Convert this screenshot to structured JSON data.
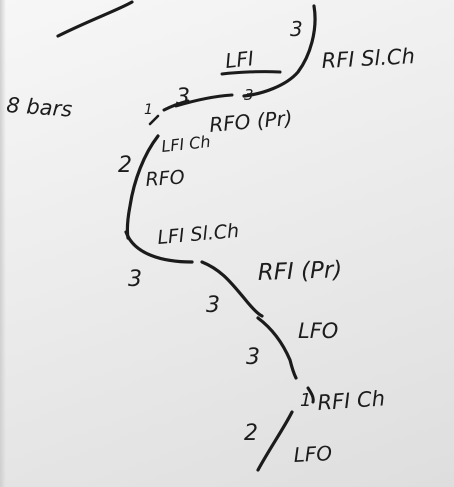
{
  "labels": {
    "bars": "8 bars",
    "lfi_top": "LFI",
    "count_3_top": "3",
    "rfi_sl_ch": "RFI Sl.Ch",
    "count_3_left": "3",
    "count_3_small": "3",
    "rfo_pr": "RFO (Pr)",
    "count_1": "1",
    "lfi_ch": "LFI Ch",
    "count_2_upper": "2",
    "rfo": "RFO",
    "lfi_sl_ch": "LFI Sl.Ch",
    "count_3_lower_left": "3",
    "rfi_pr": "RFI (Pr)",
    "count_3_mid": "3",
    "lfo_mid": "LFO",
    "count_3_lower": "3",
    "count_1_bottom": "1",
    "rfi_ch_bottom": "RFI Ch",
    "count_2_bottom": "2",
    "lfo_bottom": "LFO"
  }
}
